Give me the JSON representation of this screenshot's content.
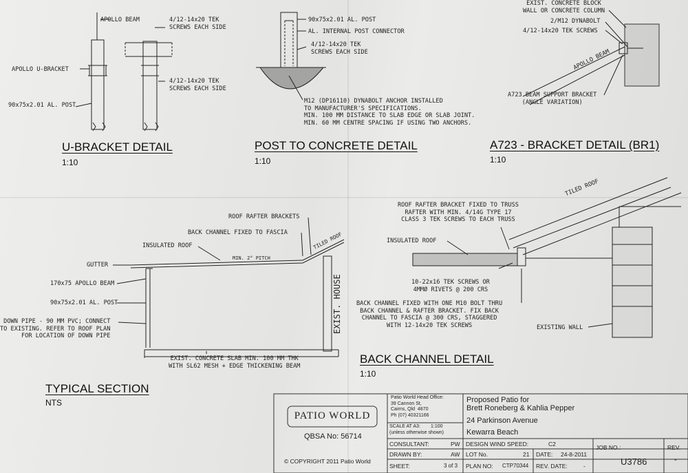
{
  "details": {
    "u_bracket": {
      "title": "U-BRACKET DETAIL",
      "scale": "1:10",
      "labels": {
        "beam": "APOLLO BEAM",
        "screws": "4/12-14x20 TEK\nSCREWS EACH SIDE",
        "bracket": "APOLLO U-BRACKET",
        "screws2": "4/12-14x20 TEK\nSCREWS EACH SIDE",
        "post": "90x75x2.01 AL. POST"
      }
    },
    "post_concrete": {
      "title": "POST TO CONCRETE DETAIL",
      "scale": "1:10",
      "labels": {
        "post": "90x75x2.01 AL. POST",
        "connector": "AL. INTERNAL POST CONNECTOR",
        "screws": "4/12-14x20 TEK\nSCREWS EACH SIDE",
        "anchor": "M12 (DP16110) DYNABOLT ANCHOR INSTALLED\nTO MANUFACTURER'S SPECIFICATIONS.\nMIN. 100 MM DISTANCE TO SLAB EDGE OR SLAB JOINT.\nMIN. 60 MM CENTRE SPACING IF USING TWO ANCHORS."
      }
    },
    "a723": {
      "title": "A723 - BRACKET DETAIL (BR1)",
      "scale": "1:10",
      "labels": {
        "wall": "EXIST. CONCRETE BLOCK\nWALL OR CONCRETE COLUMN",
        "dynabolt": "2/M12 DYNABOLT",
        "screws": "4/12-14x20 TEK SCREWS",
        "beam": "APOLLO BEAM",
        "bracket": "A723 BEAM SUPPORT BRACKET\n(ANGLE VARIATION)"
      }
    },
    "typical_section": {
      "title": "TYPICAL SECTION",
      "scale": "NTS",
      "labels": {
        "rafter_brackets": "ROOF RAFTER BRACKETS",
        "back_channel": "BACK CHANNEL FIXED TO FASCIA",
        "insulated_roof": "INSULATED ROOF",
        "pitch": "MIN. 2° PITCH",
        "tiled_roof": "TILED ROOF",
        "gutter": "GUTTER",
        "beam": "170x75 APOLLO BEAM",
        "post": "90x75x2.01 AL. POST",
        "downpipe": "DOWN PIPE - 90 MM PVC; CONNECT\nTO EXISTING. REFER TO ROOF PLAN\nFOR LOCATION OF DOWN PIPE",
        "house": "EXIST. HOUSE",
        "slab": "EXIST. CONCRETE SLAB MIN. 100 MM THK\nWITH SL62 MESH + EDGE THICKENING BEAM"
      }
    },
    "back_channel": {
      "title": "BACK CHANNEL DETAIL",
      "scale": "1:10",
      "labels": {
        "rafter_bracket": "ROOF RAFTER BRACKET FIXED TO TRUSS\nRAFTER WITH MIN. 4/14G TYPE 17\nCLASS 3 TEK SCREWS TO EACH TRUSS",
        "tiled_roof": "TILED ROOF",
        "insulated_roof": "INSULATED ROOF",
        "screws": "10-22x16 TEK SCREWS OR\n4MMØ RIVETS @ 200 CRS",
        "fixing": "BACK CHANNEL FIXED WITH ONE M10 BOLT THRU\nBACK CHANNEL & RAFTER BRACKET. FIX BACK\nCHANNEL TO FASCIA @ 300 CRS, STAGGERED\nWITH 12-14x20 TEK SCREWS",
        "wall": "EXISTING WALL"
      }
    }
  },
  "title_block": {
    "logo": "PATIO WORLD",
    "qbsa": "QBSA No: 56714",
    "copyright": "© COPYRIGHT 2011 Patio World",
    "office": "Patio World Head Office:\n39 Cannon St,\nCairns, Qld  4870\nPh (07) 40321166",
    "scale_label": "SCALE AT A3:\n(unless otherwise shown)",
    "scale_value": "1:100",
    "project": [
      "Proposed Patio for",
      "Brett Roneberg & Kahlia Pepper",
      "24 Parkinson Avenue",
      "Kewarra Beach"
    ],
    "consultant_label": "CONSULTANT:",
    "consultant_value": "PW",
    "drawn_label": "DRAWN BY:",
    "drawn_value": "AW",
    "sheet_label": "SHEET:",
    "sheet_value": "3 of 3",
    "wind_label": "DESIGN WIND SPEED:",
    "wind_value": "C2",
    "lot_label": "LOT No.",
    "lot_value": "21",
    "date_label": "DATE:",
    "date_value": "24-8-2011",
    "job_label": "JOB NO.:",
    "job_value": "U3786",
    "plan_label": "PLAN NO:",
    "plan_value": "CTP70344",
    "revdate_label": "REV. DATE:",
    "revdate_value": "-",
    "rev_label": "REV.",
    "rev_value": "-"
  }
}
